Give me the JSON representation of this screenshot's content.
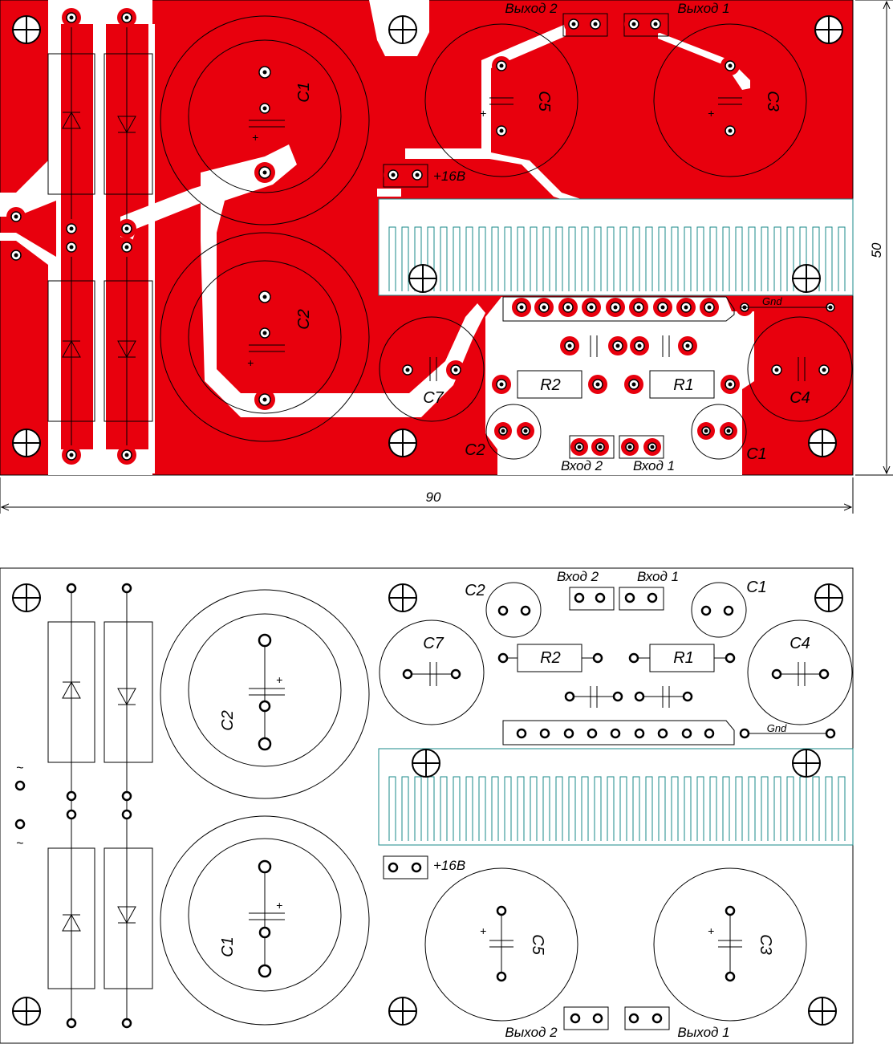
{
  "dimensions": {
    "width_label": "90",
    "height_label": "50"
  },
  "colors": {
    "copper": "#e8000d",
    "outline": "#000000",
    "heatsink": "#1a8a8a",
    "board": "#ffffff"
  },
  "labels": {
    "out2": "Выход 2",
    "out1": "Выход 1",
    "in2": "Вход 2",
    "in1": "Вход 1",
    "power": "+16В",
    "gnd": "Gnd",
    "ac": "~",
    "plus": "+",
    "c1": "C1",
    "c2": "C2",
    "c3": "C3",
    "c4": "C4",
    "c5": "C5",
    "c7": "C7",
    "r1": "R1",
    "r2": "R2"
  }
}
